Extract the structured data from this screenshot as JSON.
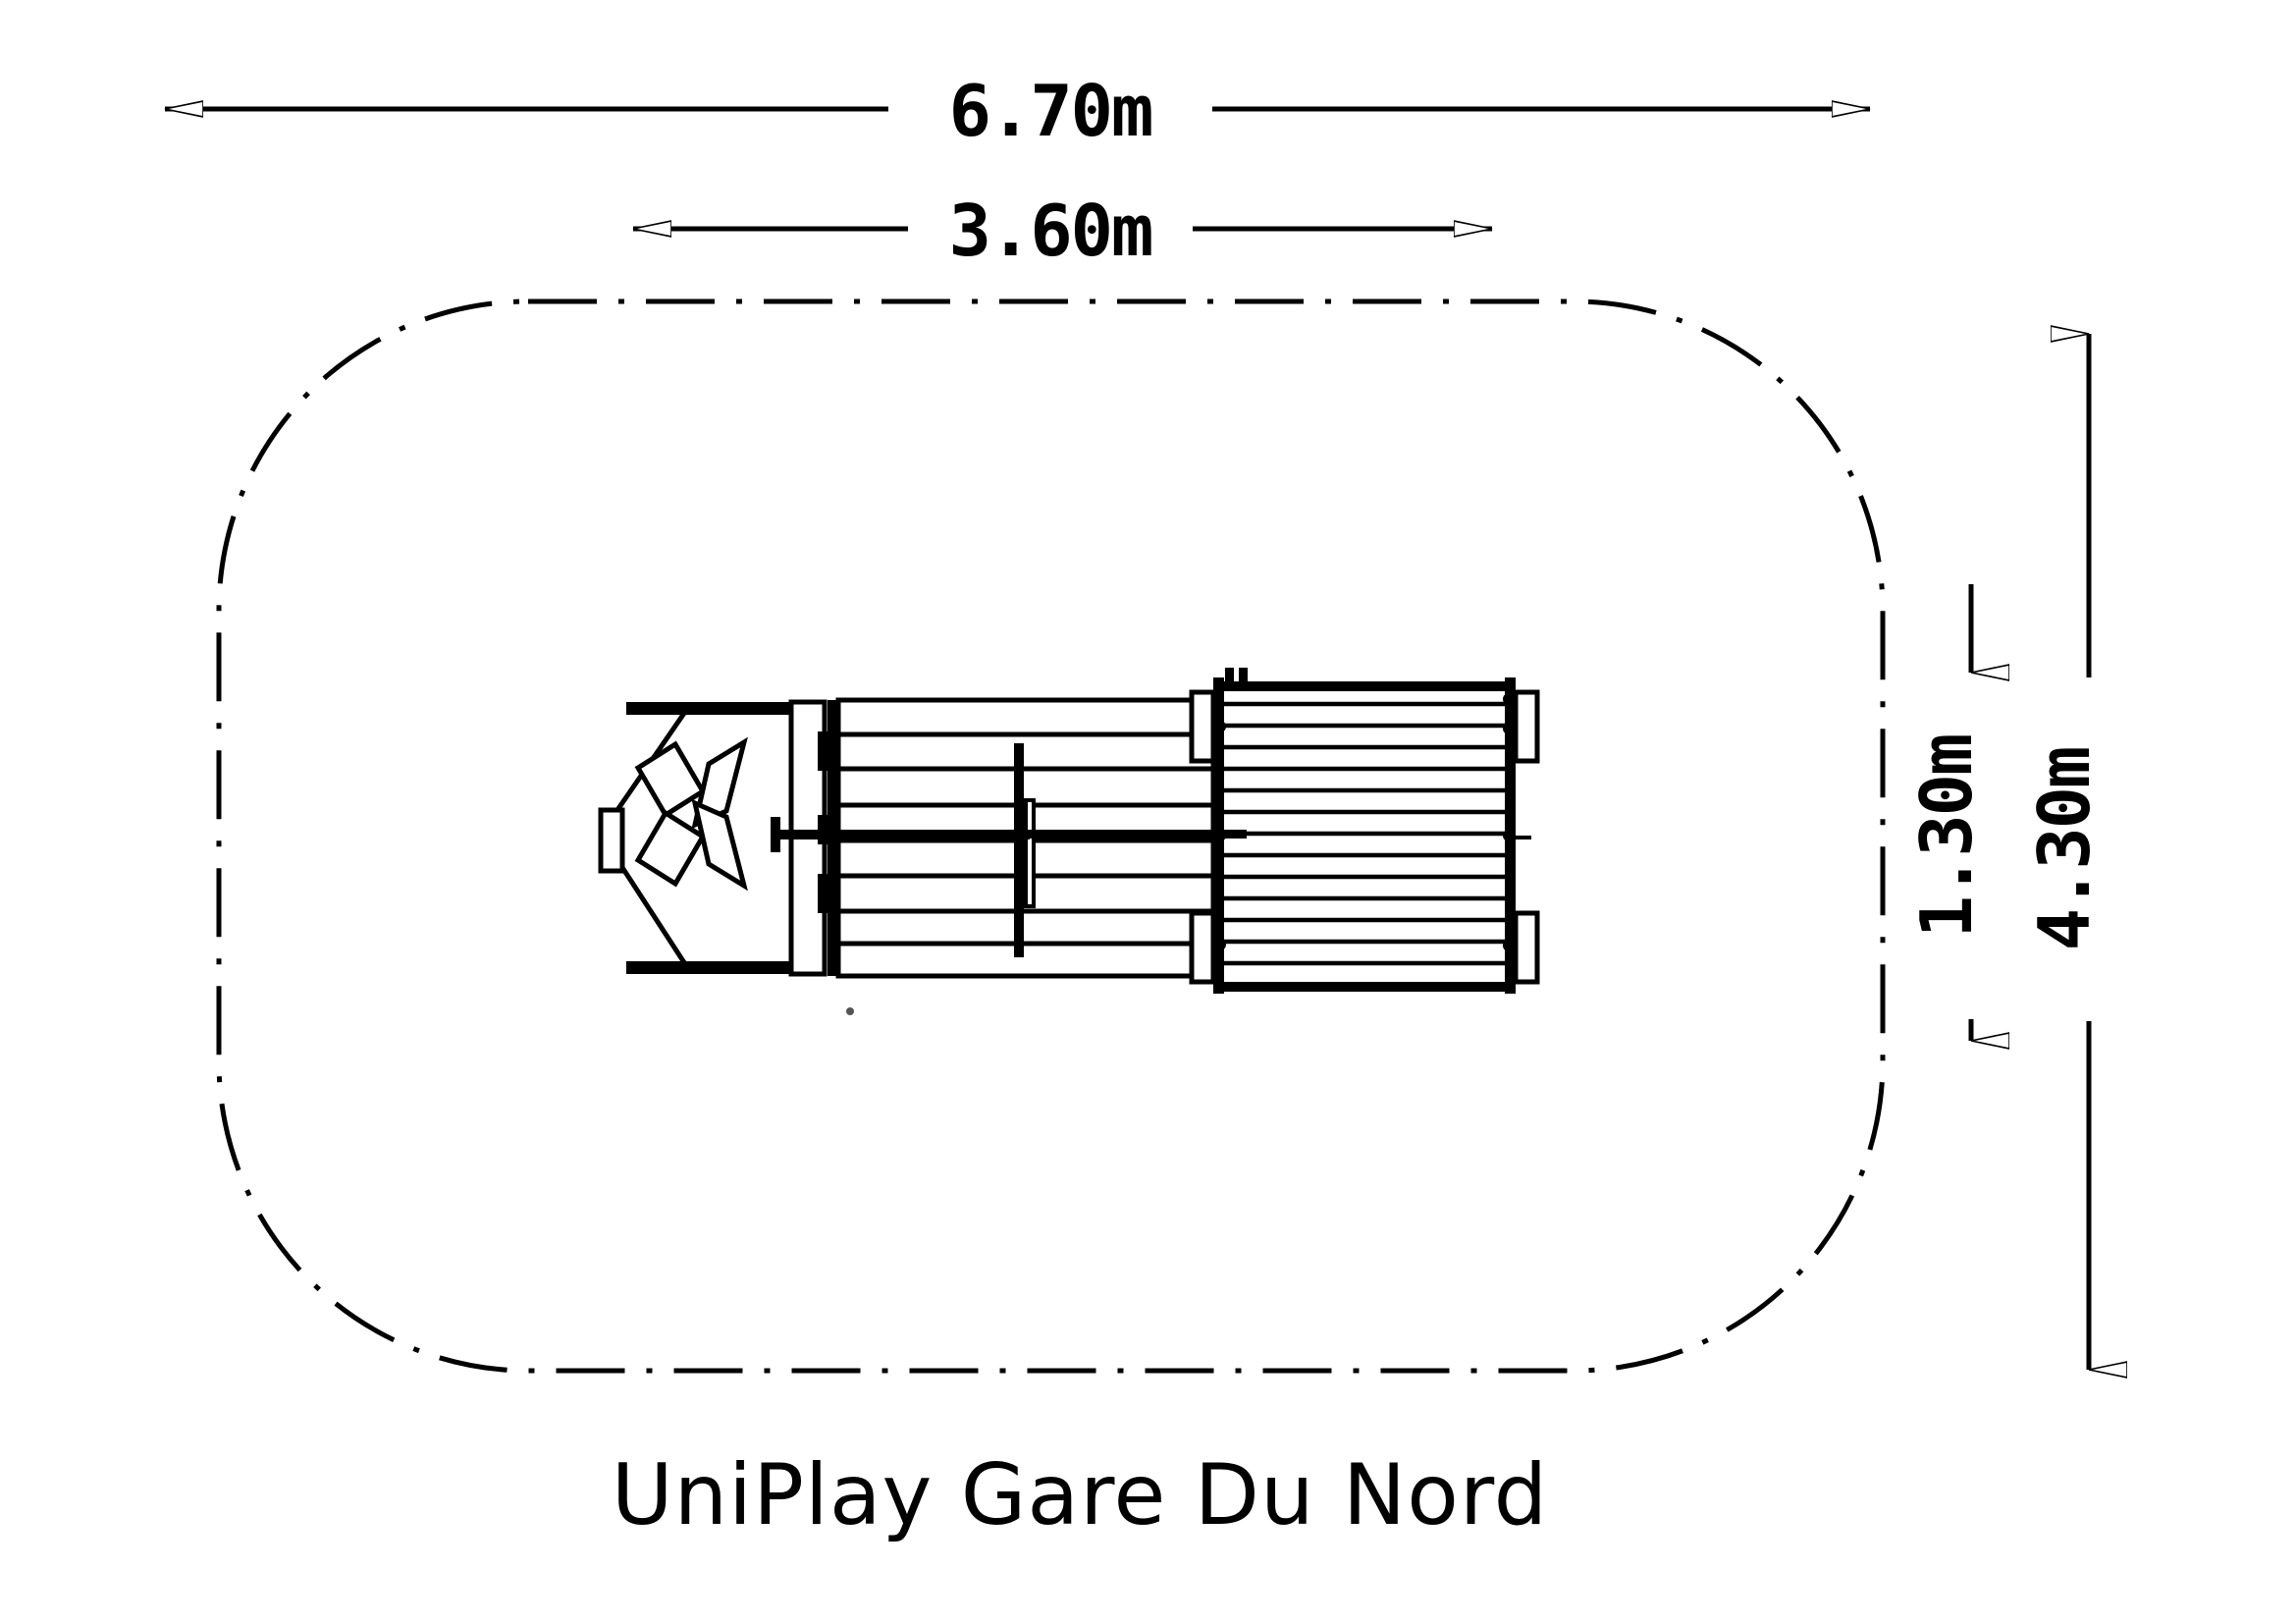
{
  "drawing": {
    "title": "UniPlay Gare Du Nord",
    "type": "playground-equipment-plan-view",
    "units": "m",
    "line_color": "#000000",
    "background_color": "#ffffff"
  },
  "dimensions": {
    "top": [
      {
        "name": "overall-width",
        "label": "6.70m",
        "value": 6.7,
        "unit": "m",
        "orientation": "horizontal"
      },
      {
        "name": "equipment-width",
        "label": "3.60m",
        "value": 3.6,
        "unit": "m",
        "orientation": "horizontal"
      }
    ],
    "right": [
      {
        "name": "equipment-depth",
        "label": "1.30m",
        "value": 1.3,
        "unit": "m",
        "orientation": "vertical"
      },
      {
        "name": "overall-depth",
        "label": "4.30m",
        "value": 4.3,
        "unit": "m",
        "orientation": "vertical"
      }
    ]
  },
  "safety_zone": {
    "name": "safety-zone-boundary",
    "line_style": "dash-dot",
    "shape": "rounded-rectangle"
  },
  "equipment": {
    "name": "train-play-unit",
    "parts": [
      {
        "name": "nose-cowcatcher",
        "bars": 4
      },
      {
        "name": "cabin-body",
        "slats": 8
      },
      {
        "name": "rear-deck",
        "slats": 14
      },
      {
        "name": "centerline",
        "line_style": "dash-dot"
      }
    ]
  }
}
